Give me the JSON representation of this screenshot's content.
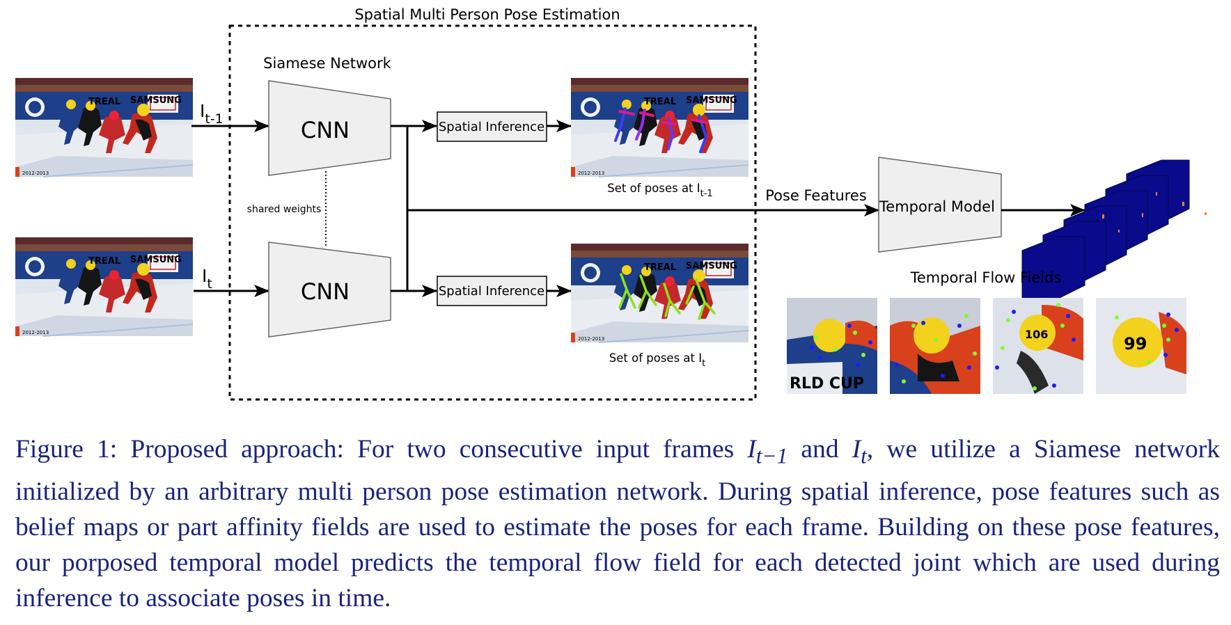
{
  "figure": {
    "outer_box_title": "Spatial Multi Person Pose Estimation",
    "siamese_title": "Siamese Network",
    "cnn_label": "CNN",
    "shared_weights": "shared weights",
    "spatial_inference": "Spatial Inference",
    "input_prev": {
      "base": "I",
      "sub": "t-1"
    },
    "input_curr": {
      "base": "I",
      "sub": "t"
    },
    "poses_prev": {
      "text": "Set of poses at I",
      "sub": "t-1"
    },
    "poses_curr": {
      "text": "Set of poses at I",
      "sub": "t"
    },
    "pose_features": "Pose Features",
    "temporal_model": "Temporal Model",
    "temporal_flow_fields": "Temporal Flow Fields",
    "photo_banner_text": "SAMSUNG",
    "photo_banner_text2": "TREAL",
    "photo_year": "2012-2013",
    "crop_texts": [
      "RLD CUP",
      "106",
      "99"
    ]
  },
  "caption": {
    "label": "Figure 1:",
    "part1": " Proposed approach: For two consecutive input frames ",
    "var1": "I",
    "sub1": "t−1",
    "part2": " and ",
    "var2": "I",
    "sub2": "t",
    "part3": ", we utilize a Siamese network initialized by an arbitrary multi person pose estimation network. During spatial inference, pose features such as belief maps or part affinity fields are used to estimate the poses for each frame. Building on these pose features, our porposed temporal model predicts the temporal flow field for each detected joint which are used during inference to associate poses in time."
  },
  "colors": {
    "caption": "#1a237e",
    "box_fill": "#efefef",
    "flow_stack": "#0a0a8c",
    "keypoint_green": "#7cff2e",
    "keypoint_blue": "#1a1aff",
    "helmet_yellow": "#f2d21c",
    "suit_red": "#d8411c"
  }
}
